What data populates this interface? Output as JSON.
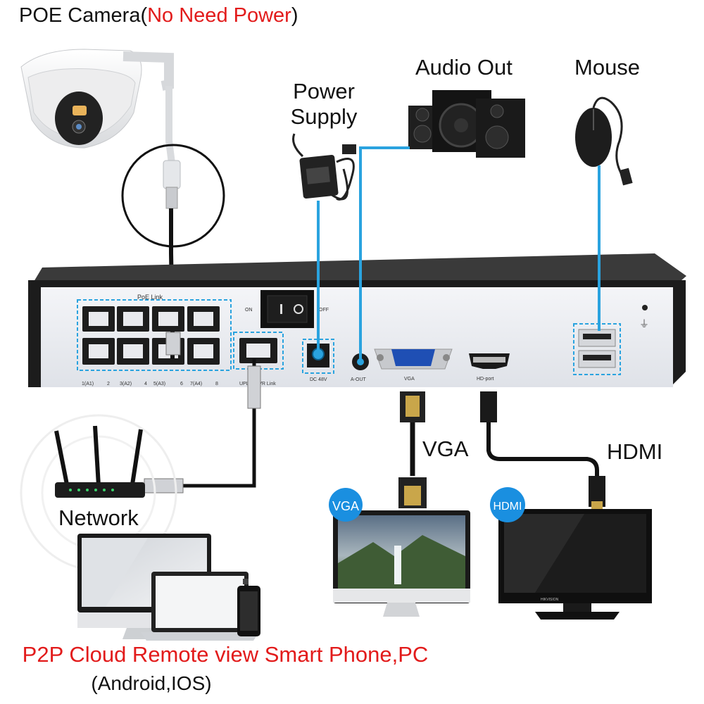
{
  "title": {
    "main": "POE Camera(",
    "highlight": "No Need Power",
    "close": ")"
  },
  "labels": {
    "power_supply_line1": "Power",
    "power_supply_line2": "Supply",
    "audio_out": "Audio Out",
    "mouse": "Mouse",
    "vga": "VGA",
    "hdmi": "HDMI",
    "network": "Network"
  },
  "badges": {
    "vga": "VGA",
    "hdmi": "HDMI"
  },
  "nvr_panel": {
    "poe_link": "PoE Link",
    "switch_on": "ON",
    "switch_off": "OFF",
    "port_labels": [
      "1(A1)",
      "2",
      "3(A2)",
      "4",
      "5(A3)",
      "6",
      "7(A4)",
      "8"
    ],
    "uplink_label": "UPLINK/VR Link",
    "dc_label": "DC 48V",
    "aout_label": "A-OUT",
    "vga_label": "VGA",
    "hd_label": "HD-port"
  },
  "monitor_brand": "HIKVISION",
  "footer": {
    "line1": "P2P Cloud Remote view Smart Phone,PC",
    "line2": "(Android,IOS)"
  },
  "colors": {
    "accent_red": "#e21b1b",
    "cable_blue": "#2aa3df",
    "badge_blue": "#1a8fe0",
    "nvr_body": "#2b2b2b",
    "panel_face": "#eef0f4"
  }
}
